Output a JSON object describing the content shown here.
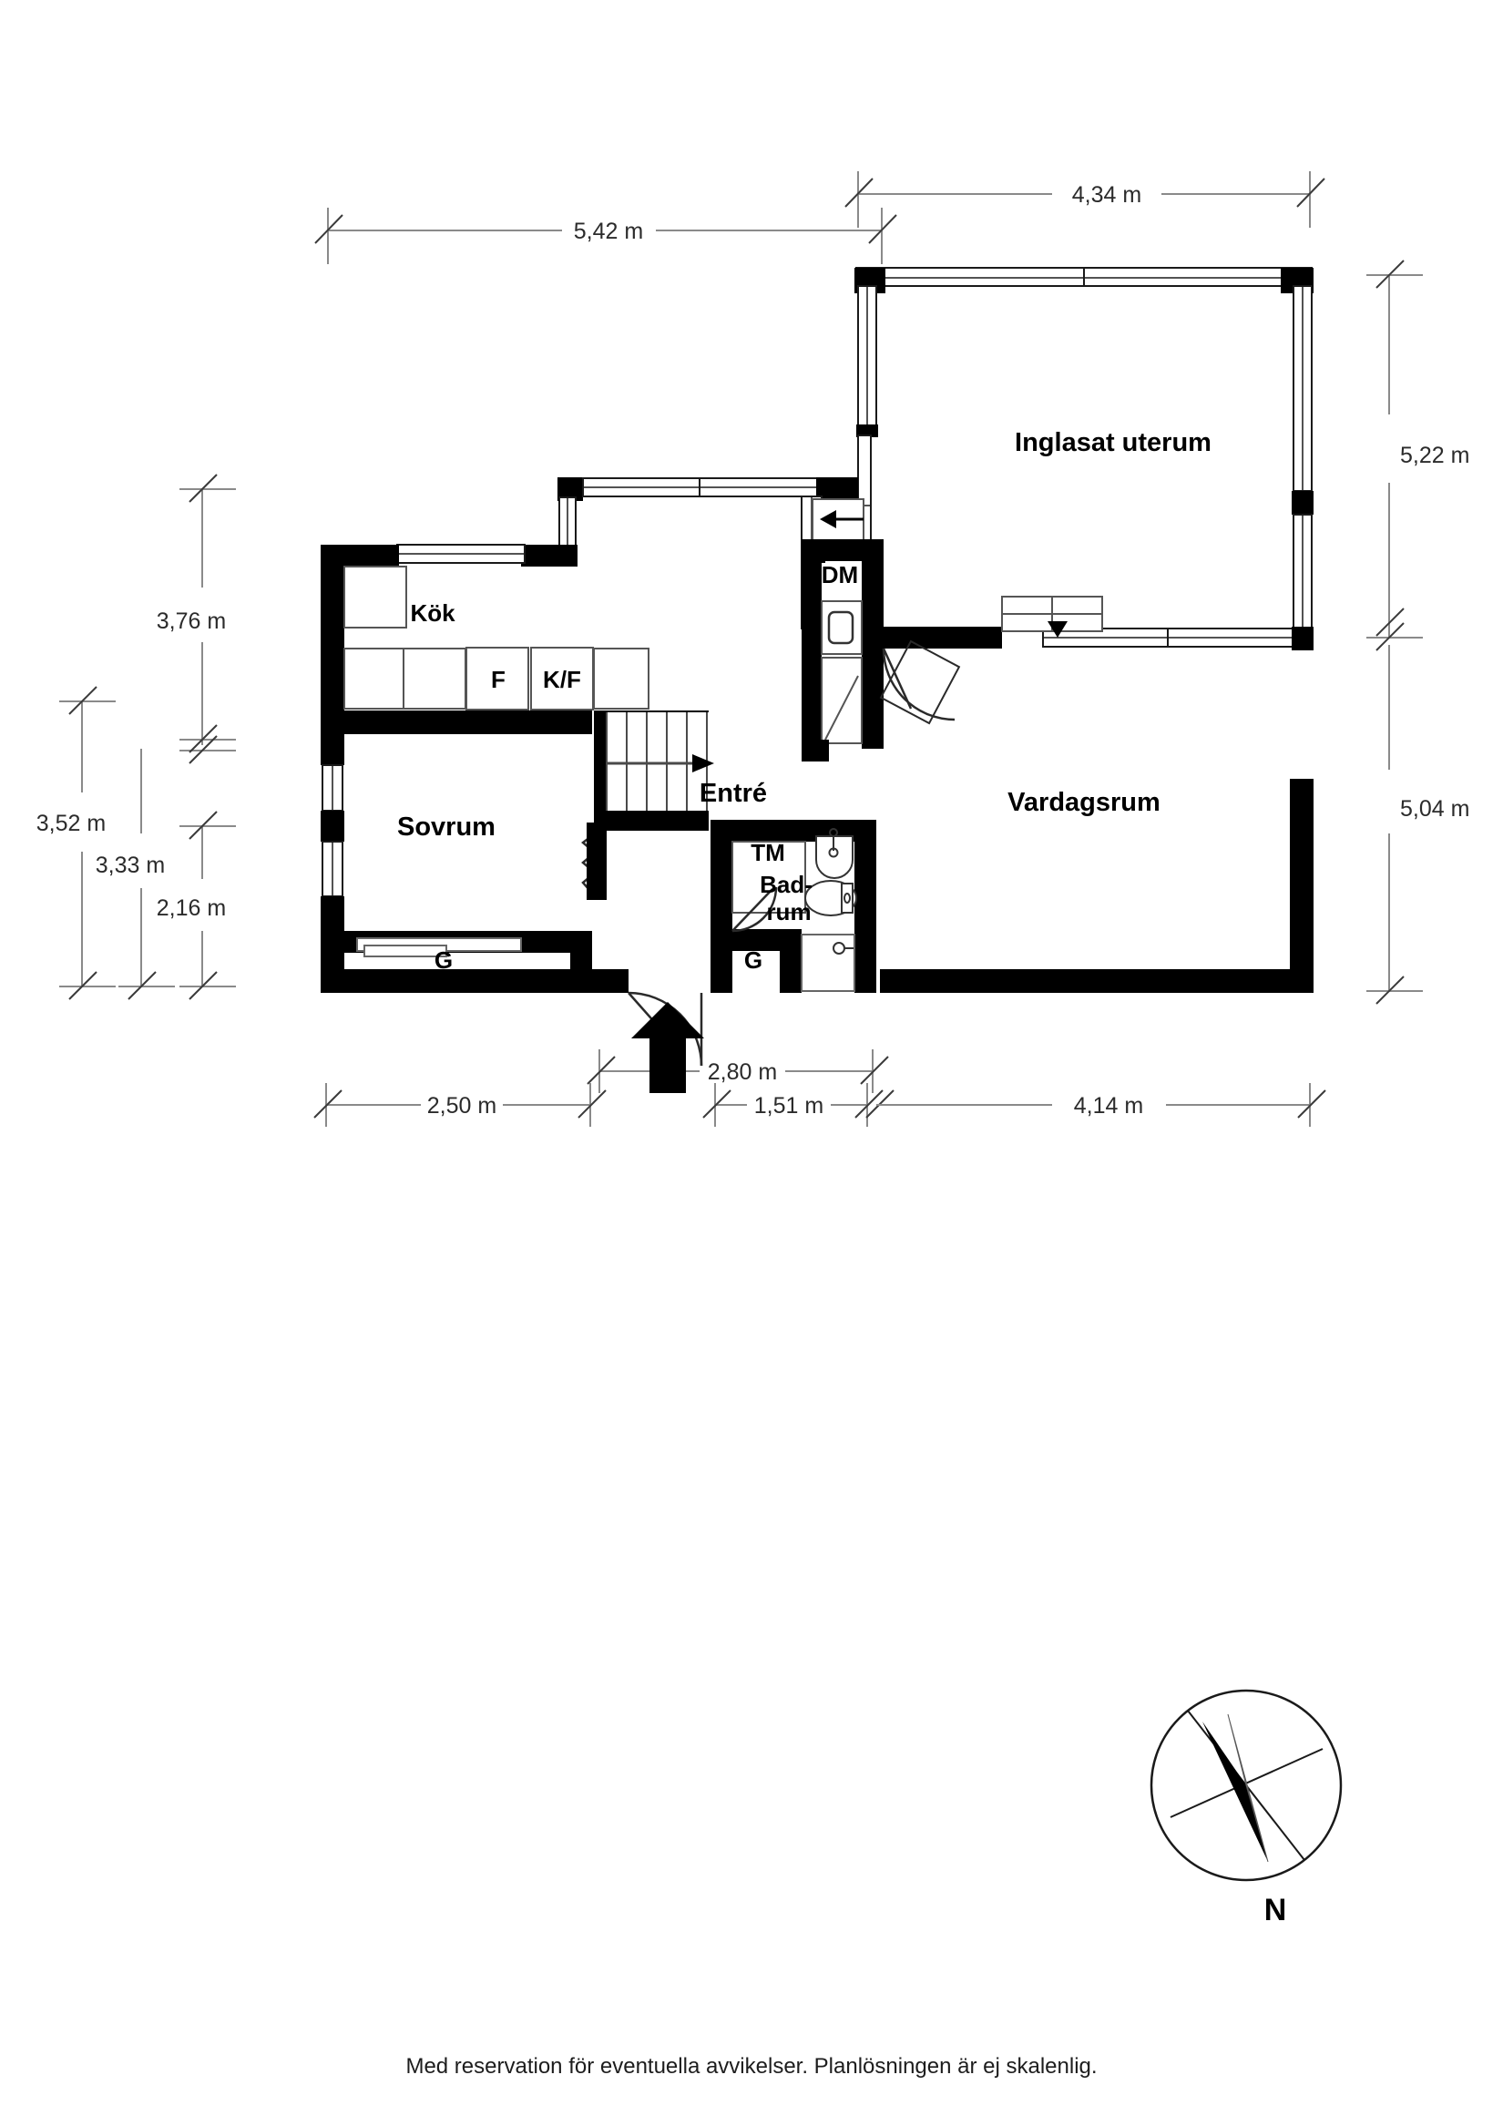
{
  "document": {
    "type": "floor-plan",
    "language": "sv",
    "footer_note": "Med reservation för eventuella avvikelser. Planlösningen är ej skalenlig."
  },
  "rooms": [
    {
      "id": "inglasat-uterum",
      "label": "Inglasat uterum"
    },
    {
      "id": "kok",
      "label": "Kök"
    },
    {
      "id": "sovrum",
      "label": "Sovrum"
    },
    {
      "id": "entre",
      "label": "Entré"
    },
    {
      "id": "vardagsrum",
      "label": "Vardagsrum"
    },
    {
      "id": "badrum",
      "label": "Bad-\nrum"
    }
  ],
  "room_labels": {
    "inglasat_uterum": "Inglasat uterum",
    "kok": "Kök",
    "sovrum": "Sovrum",
    "entre": "Entré",
    "vardagsrum": "Vardagsrum",
    "badrum_line1": "Bad-",
    "badrum_line2": "rum"
  },
  "appliances": [
    {
      "id": "dm",
      "label": "DM",
      "meaning": "diskmaskin"
    },
    {
      "id": "f",
      "label": "F",
      "meaning": "frys"
    },
    {
      "id": "kf",
      "label": "K/F",
      "meaning": "kyl/frys"
    },
    {
      "id": "tm",
      "label": "TM",
      "meaning": "tvättmaskin"
    },
    {
      "id": "g1",
      "label": "G",
      "meaning": "garderob"
    },
    {
      "id": "g2",
      "label": "G",
      "meaning": "garderob"
    }
  ],
  "appliance_labels": {
    "dm": "DM",
    "f": "F",
    "kf": "K/F",
    "tm": "TM",
    "g_sovrum": "G",
    "g_entre": "G"
  },
  "dimensions": {
    "top": [
      {
        "id": "top-542",
        "value": "5,42 m"
      },
      {
        "id": "top-434",
        "value": "4,34 m"
      }
    ],
    "right": [
      {
        "id": "right-522",
        "value": "5,22 m"
      },
      {
        "id": "right-504",
        "value": "5,04 m"
      }
    ],
    "left": [
      {
        "id": "left-376",
        "value": "3,76 m"
      },
      {
        "id": "left-352",
        "value": "3,52 m"
      },
      {
        "id": "left-333",
        "value": "3,33 m"
      },
      {
        "id": "left-216",
        "value": "2,16 m"
      }
    ],
    "bottom": [
      {
        "id": "bot-280",
        "value": "2,80 m"
      },
      {
        "id": "bot-250",
        "value": "2,50 m"
      },
      {
        "id": "bot-151",
        "value": "1,51 m"
      },
      {
        "id": "bot-414",
        "value": "4,14 m"
      }
    ]
  },
  "dimension_values": {
    "top_left": "5,42 m",
    "top_right": "4,34 m",
    "right_upper": "5,22 m",
    "right_lower": "5,04 m",
    "left_a": "3,76 m",
    "left_b": "3,52 m",
    "left_c": "3,33 m",
    "left_d": "2,16 m",
    "bottom_mid": "2,80 m",
    "bottom_left": "2,50 m",
    "bottom_center": "1,51 m",
    "bottom_right": "4,14 m"
  },
  "compass": {
    "label": "N",
    "needle_color": "#000000",
    "needle_light_color": "#d9d9d9"
  },
  "colors": {
    "wall": "#000000",
    "thin_line": "#1a1a1a",
    "dimension_line": "#8a8a8a",
    "dimension_text": "#2b2b2b",
    "background": "#ffffff"
  },
  "icons": {
    "entry_arrow": "entry-arrow-icon",
    "door_swing": "door-swing-icon",
    "stairs": "stairs-icon",
    "toilet": "toilet-icon",
    "sink": "sink-icon",
    "shower": "shower-icon",
    "compass": "compass-rose-icon"
  }
}
